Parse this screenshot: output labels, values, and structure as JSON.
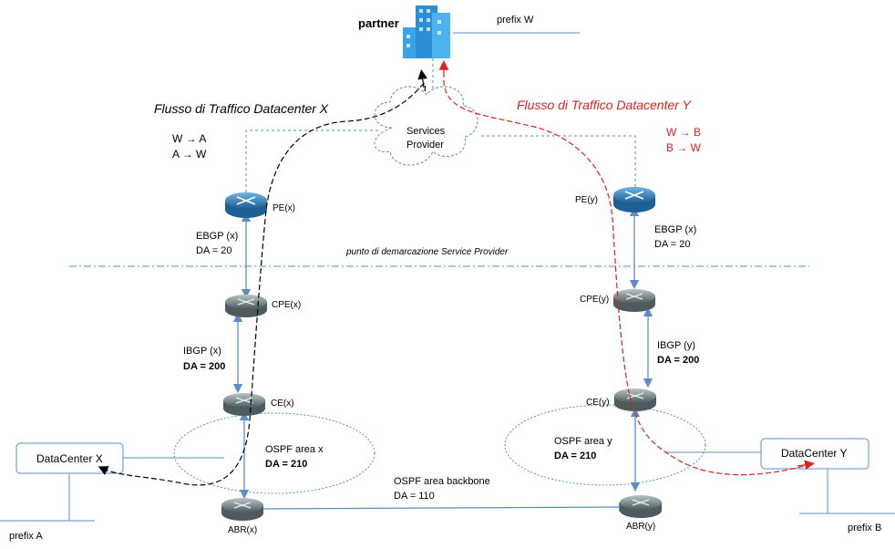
{
  "colors": {
    "link_blue": "#5b8ec9",
    "flow_x": "#000000",
    "flow_y": "#e02020",
    "router_blue": "#2f7fbf",
    "router_gray": "#6d7d80",
    "building": "#3aa3e8"
  },
  "partner": {
    "label": "partner",
    "prefix": "prefix W",
    "icon": "building-icon"
  },
  "cloud": {
    "line1": "Services",
    "line2": "Provider"
  },
  "flow_x": {
    "title": "Flusso di Traffico Datacenter X",
    "route1": "W → A",
    "route2": "A → W"
  },
  "flow_y": {
    "title": "Flusso di Traffico Datacenter Y",
    "route1": "W → B",
    "route2": "B → W"
  },
  "demarcation": "punto di demarcazione Service Provider",
  "left": {
    "pe": "PE(x)",
    "cpe": "CPE(x)",
    "ce": "CE(x)",
    "abr": "ABR(x)",
    "ebgp": "EBGP  (x)",
    "ebgp_da": "DA = 20",
    "ibgp": "IBGP (x)",
    "ibgp_da": "DA = 200",
    "ospf": "OSPF area x",
    "ospf_da": "DA = 210",
    "datacenter": "DataCenter X",
    "prefix": "prefix A"
  },
  "right": {
    "pe": "PE(y)",
    "cpe": "CPE(y)",
    "ce": "CE(y)",
    "abr": "ABR(y)",
    "ebgp": "EBGP  (x)",
    "ebgp_da": "DA = 20",
    "ibgp": "IBGP (y)",
    "ibgp_da": "DA = 200",
    "ospf": "OSPF area y",
    "ospf_da": "DA = 210",
    "datacenter": "DataCenter Y",
    "prefix": "prefix B"
  },
  "backbone": {
    "label": "OSPF area backbone",
    "da": "DA = 110"
  }
}
